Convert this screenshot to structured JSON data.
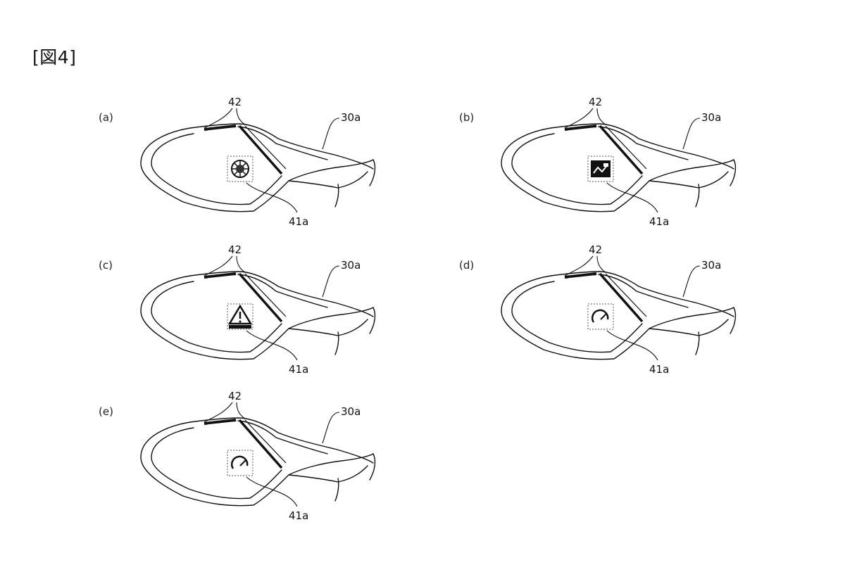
{
  "figure": {
    "title": "[図4]"
  },
  "panels": [
    {
      "id": "a",
      "label": "(a)",
      "ref_top": "42",
      "ref_housing": "30a",
      "ref_display": "41a",
      "icon": "gear-emblem-icon"
    },
    {
      "id": "b",
      "label": "(b)",
      "ref_top": "42",
      "ref_housing": "30a",
      "ref_display": "41a",
      "icon": "vehicle-approach-icon"
    },
    {
      "id": "c",
      "label": "(c)",
      "ref_top": "42",
      "ref_housing": "30a",
      "ref_display": "41a",
      "icon": "warning-triangle-icon"
    },
    {
      "id": "d",
      "label": "(d)",
      "ref_top": "42",
      "ref_housing": "30a",
      "ref_display": "41a",
      "icon": "gauge-arc-icon"
    },
    {
      "id": "e",
      "label": "(e)",
      "ref_top": "42",
      "ref_housing": "30a",
      "ref_display": "41a",
      "icon": "gauge-arc-icon"
    }
  ]
}
